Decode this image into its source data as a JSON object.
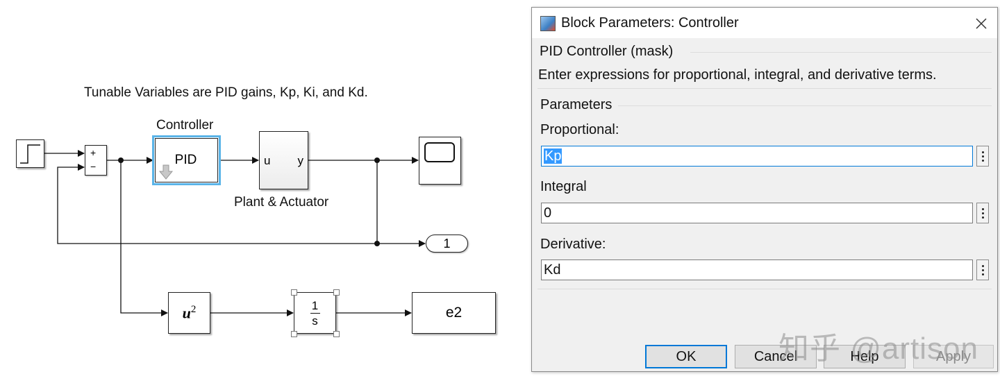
{
  "diagram": {
    "caption": "Tunable Variables are  PID gains, Kp, Ki, and Kd.",
    "controller_label": "Controller",
    "pid_block_text": "PID",
    "sum_signs": [
      "+",
      "−"
    ],
    "plant": {
      "input_port": "u",
      "output_port": "y",
      "label": "Plant & Actuator"
    },
    "outport_number": "1",
    "square_block": {
      "base": "u",
      "exponent": "2"
    },
    "integrator": {
      "numerator": "1",
      "denominator": "s"
    },
    "to_workspace": "e2"
  },
  "dialog": {
    "title": "Block Parameters: Controller",
    "mask_header": "PID Controller (mask)",
    "description": "Enter expressions for proportional, integral, and derivative terms.",
    "group_label": "Parameters",
    "params": [
      {
        "label": "Proportional:",
        "value": "Kp"
      },
      {
        "label": "Integral",
        "value": "0"
      },
      {
        "label": "Derivative:",
        "value": "Kd"
      }
    ],
    "buttons": {
      "ok": "OK",
      "cancel": "Cancel",
      "help": "Help",
      "apply": "Apply"
    },
    "watermark": "知乎 @artison"
  },
  "colors": {
    "selection": "#3399ff",
    "focus_border": "#0078d7",
    "block_highlight": "#5ab4e8"
  }
}
